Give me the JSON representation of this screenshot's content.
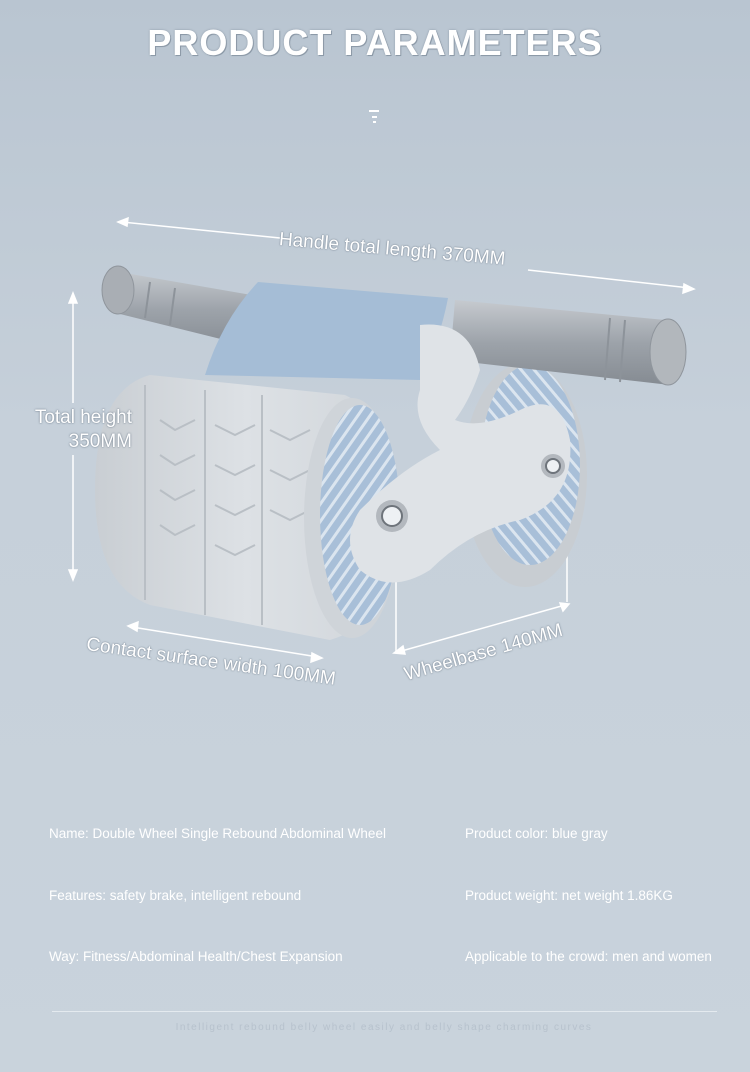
{
  "header": {
    "title": "PRODUCT PARAMETERS"
  },
  "dimensions": {
    "handle_length": "Handle total length 370MM",
    "total_height_line1": "Total height",
    "total_height_line2": "350MM",
    "contact_width": "Contact surface width 100MM",
    "wheelbase": "Wheelbase 140MM"
  },
  "params": {
    "name": "Name: Double Wheel Single Rebound Abdominal Wheel",
    "color": "Product color: blue gray",
    "features": "Features: safety brake, intelligent rebound",
    "weight": "Product weight: net weight 1.86KG",
    "way": "Way: Fitness/Abdominal Health/Chest Expansion",
    "crowd": "Applicable to the crowd: men and women"
  },
  "footer": {
    "tagline": "Intelligent rebound belly wheel easily and belly shape charming curves"
  },
  "colors": {
    "background": "#c3ceda",
    "wheel_gray": "#d6dbe0",
    "wheel_blue": "#a9c1db",
    "panel_blue": "#a5bdd6",
    "handle_gray": "#a5aab0",
    "text": "#ffffff"
  },
  "image": {
    "subject": "abdominal-wheel-product-image"
  }
}
